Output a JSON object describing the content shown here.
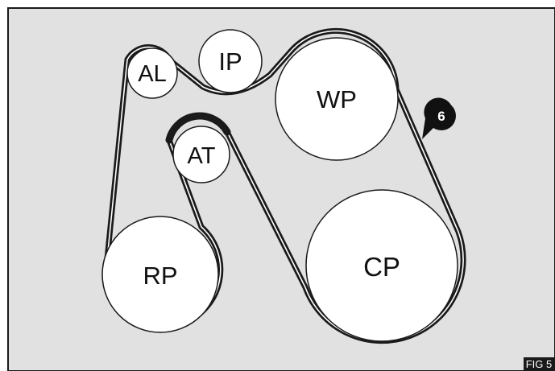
{
  "figure": {
    "id_label": "FIG 5",
    "callout_number": "6"
  },
  "pulleys": {
    "al": "AL",
    "ip": "IP",
    "wp": "WP",
    "at": "AT",
    "rp": "RP",
    "cp": "CP"
  },
  "colors": {
    "panel_background": "#e1e1e1",
    "panel_border": "#1a1a1a",
    "pulley_fill": "#ffffff",
    "belt": "#1a1a1a",
    "callout": "#111111"
  }
}
